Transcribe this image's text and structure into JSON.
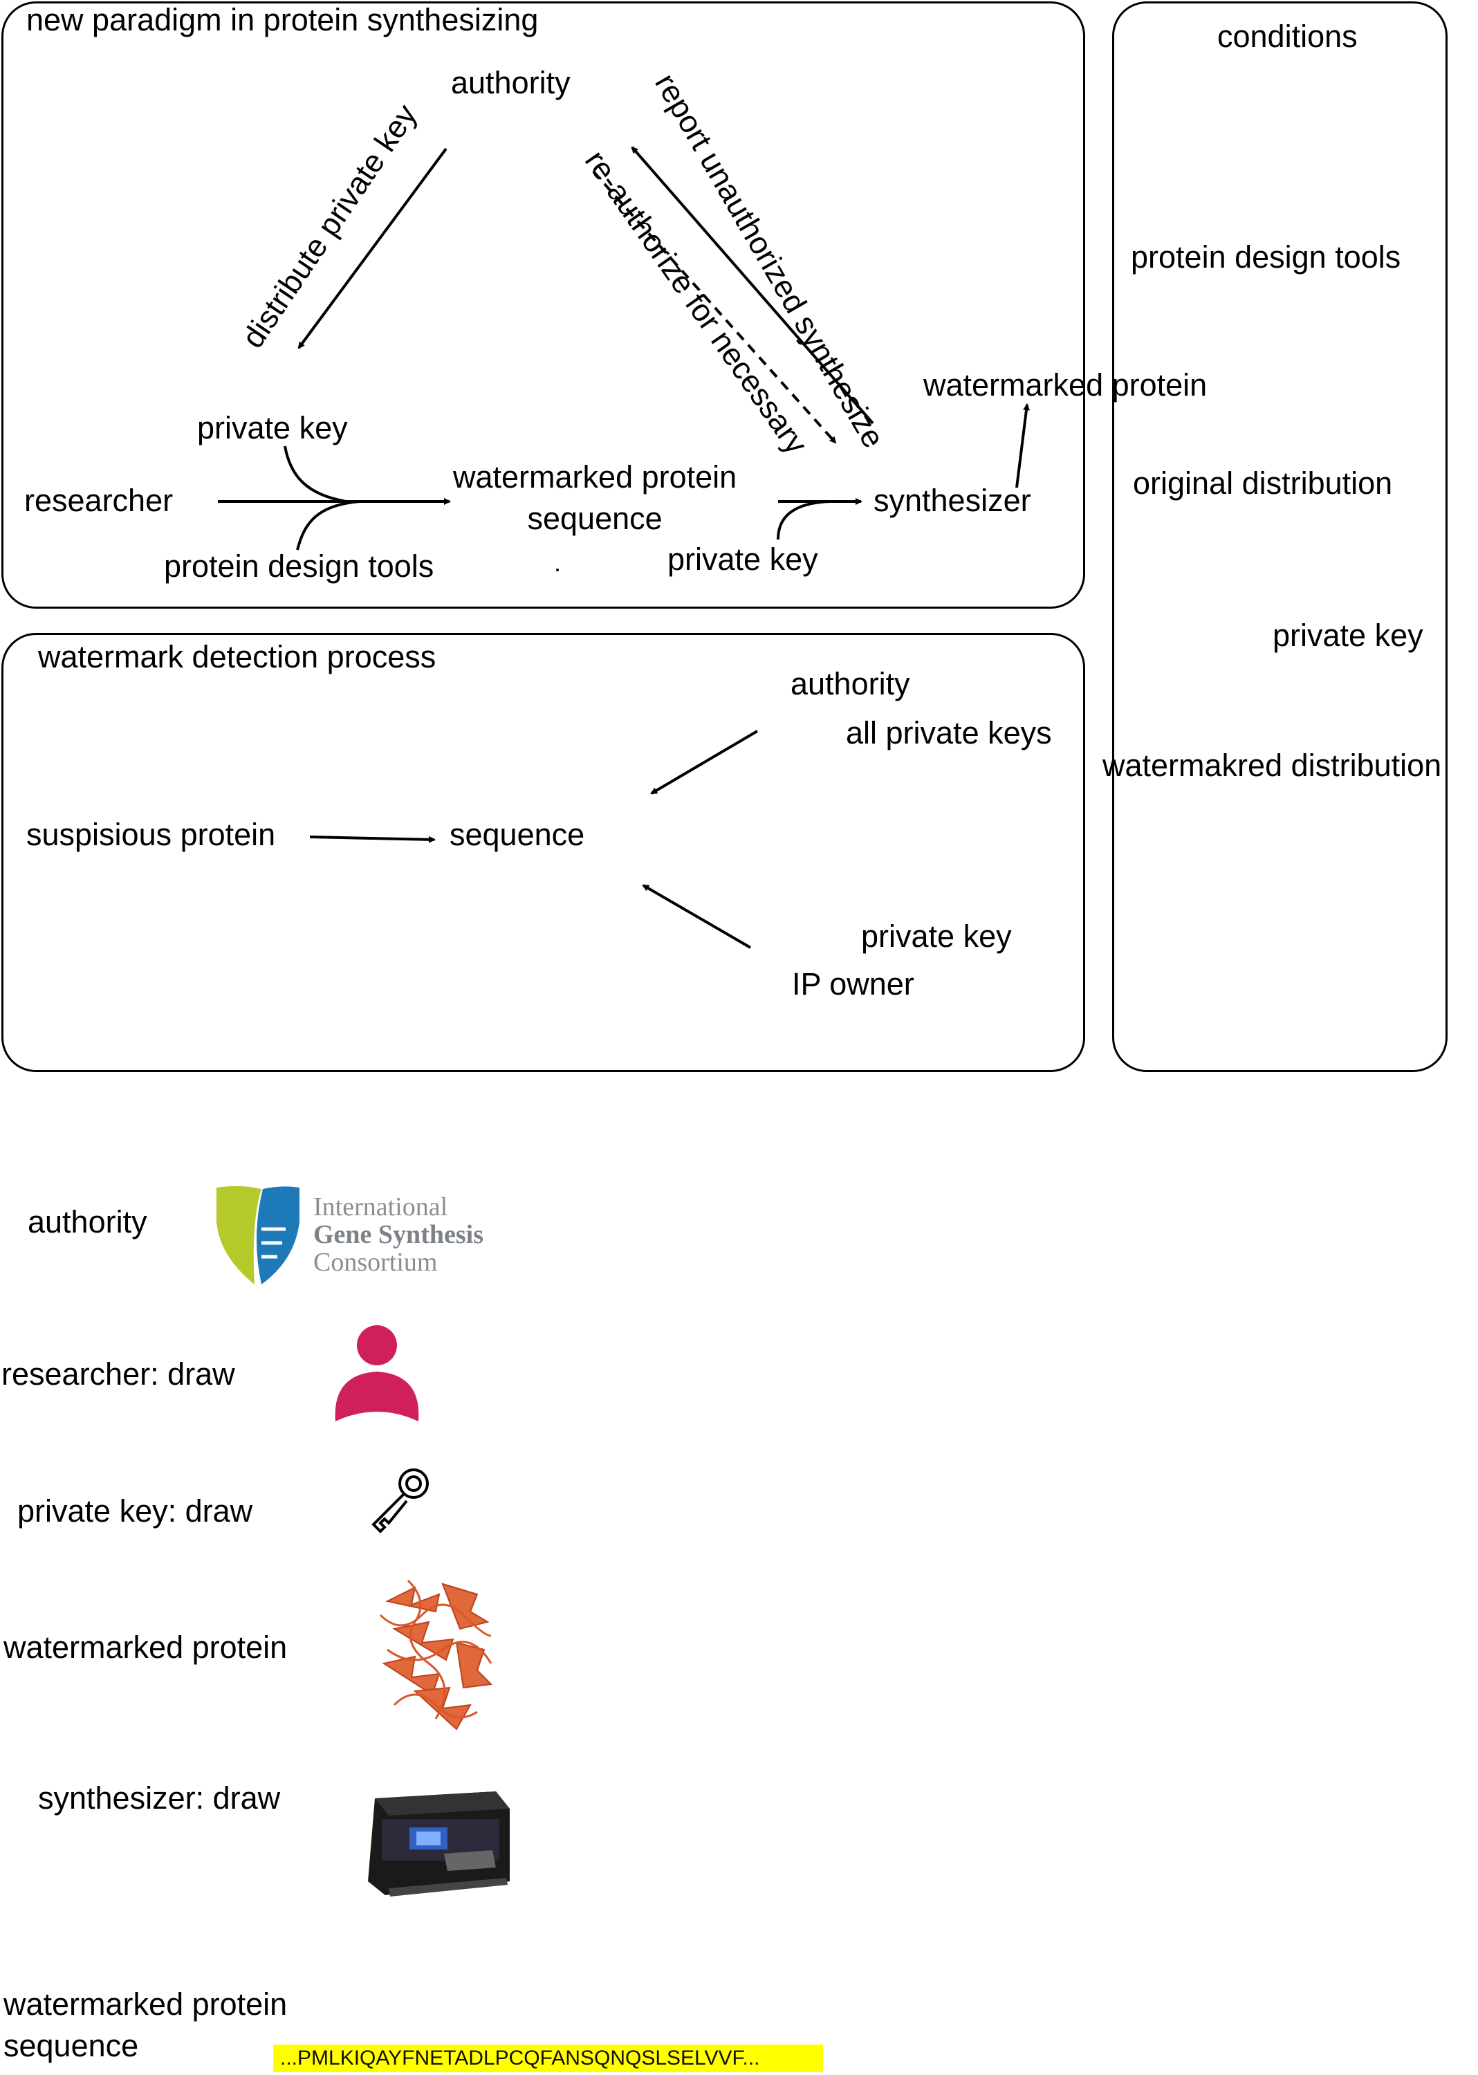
{
  "paradigm": {
    "title": "new paradigm in protein synthesizing",
    "authority": "authority",
    "distribute_private_key": "distribute private key",
    "report_unauthorized": "report unauthorized synthesize",
    "reauthorize": "re-authorize for necessary",
    "private_key_top": "private key",
    "researcher": "researcher",
    "protein_design_tools": "protein design tools",
    "watermarked_sequence": "watermarked protein\nsequence",
    "private_key_synth": "private key",
    "synthesizer": "synthesizer",
    "watermarked_protein": "watermarked protein"
  },
  "conditions": {
    "title": "conditions",
    "items": [
      "protein design tools",
      "original distribution",
      "private key",
      "watermakred distribution"
    ]
  },
  "detection": {
    "title": "watermark detection process",
    "authority": "authority",
    "all_private_keys": "all private keys",
    "suspicious_protein": "suspisious protein",
    "sequence": "sequence",
    "private_key": "private key",
    "ip_owner": "IP owner"
  },
  "legend": {
    "authority": "authority",
    "igsc_logo": [
      "International",
      "Gene Synthesis",
      "Consortium"
    ],
    "researcher": "researcher: draw",
    "private_key": "private key: draw",
    "watermarked_protein": "watermarked protein",
    "synthesizer": "synthesizer: draw",
    "sequence_label": "watermarked protein\nsequence",
    "sequence_sample": "...PMLKIQAYFNETADLPCQFANSQNQSLSELVVF..."
  },
  "colors": {
    "logo_green": "#b5c92b",
    "logo_blue": "#1d79b8",
    "logo_gray": "#8a8f94",
    "researcher_pink": "#d0205c",
    "protein_orange": "#e0683a",
    "sequence_highlight": "#ffff00"
  },
  "icons": [
    "user-icon",
    "key-icon",
    "protein-structure-icon",
    "printer-icon",
    "igsc-shield-icon"
  ]
}
